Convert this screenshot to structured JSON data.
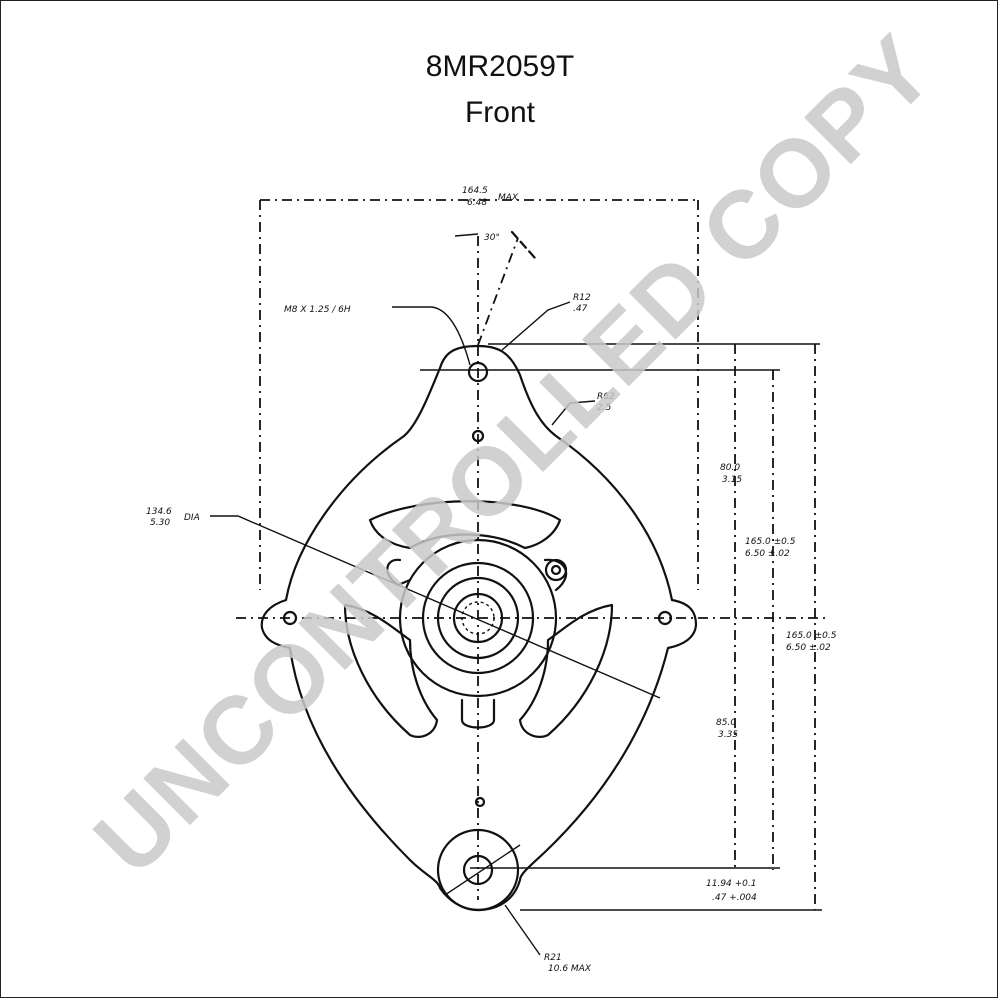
{
  "header": {
    "part_number": "8MR2059T",
    "view_label": "Front"
  },
  "watermark": {
    "text": "UNCONTROLLED COPY",
    "color": "#c9c9c9"
  },
  "annotations": {
    "overall_width": "164.5",
    "overall_width_in": "6.48",
    "overall_width_note": "MAX",
    "angle": "30°",
    "thread_spec": "M8 X 1.25 / 6H",
    "ear_radius": "R12",
    "ear_radius_in": ".47",
    "body_radius": "R62",
    "body_radius_in": "2.5",
    "body_dia": "134.6",
    "body_dia_in": "5.30",
    "body_dia_note": "DIA",
    "dim_upper_inner": "80.0",
    "dim_upper_inner_in": "3.15",
    "dim_upper_outer": "165.0 ±0.5",
    "dim_upper_outer_in": "6.50 ±.02",
    "dim_side": "165.0 ±0.5",
    "dim_side_in": "6.50 ±.02",
    "dim_lower_inner": "85.0",
    "dim_lower_inner_in": "3.35",
    "dim_bottom": "11.94 +0.1",
    "dim_bottom_in": ".47 +.004",
    "lug_radius": "R21",
    "lug_radius_in": "10.6 MAX"
  }
}
